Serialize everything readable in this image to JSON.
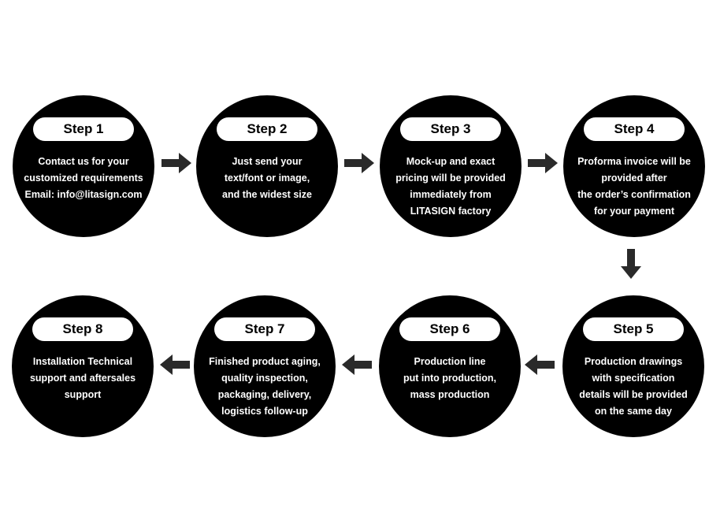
{
  "steps": [
    {
      "label": "Step 1",
      "lines": [
        "Contact us for your",
        "customized requirements",
        "Email: info@litasign.com"
      ]
    },
    {
      "label": "Step 2",
      "lines": [
        "Just send your",
        "text/font or image,",
        "and the widest size"
      ]
    },
    {
      "label": "Step 3",
      "lines": [
        "Mock-up and exact",
        "pricing will be provided",
        "immediately from",
        "LITASIGN factory"
      ]
    },
    {
      "label": "Step 4",
      "lines": [
        "Proforma invoice will be",
        "provided after",
        "the order’s confirmation",
        "for your payment"
      ]
    },
    {
      "label": "Step 5",
      "lines": [
        "Production drawings",
        "with specification",
        "details will be provided",
        "on the same day"
      ]
    },
    {
      "label": "Step 6",
      "lines": [
        "Production line",
        "put into production,",
        "mass production"
      ]
    },
    {
      "label": "Step 7",
      "lines": [
        "Finished product aging,",
        "quality inspection,",
        "packaging, delivery,",
        "logistics follow-up"
      ]
    },
    {
      "label": "Step 8",
      "lines": [
        "Installation Technical",
        "support and aftersales",
        "support"
      ]
    }
  ],
  "colors": {
    "circle": "#000000",
    "pill": "#ffffff",
    "arrow": "#2a2a2a"
  },
  "icons": {
    "arrow_right": "arrow-right-icon",
    "arrow_down": "arrow-down-icon",
    "arrow_left": "arrow-left-icon"
  }
}
